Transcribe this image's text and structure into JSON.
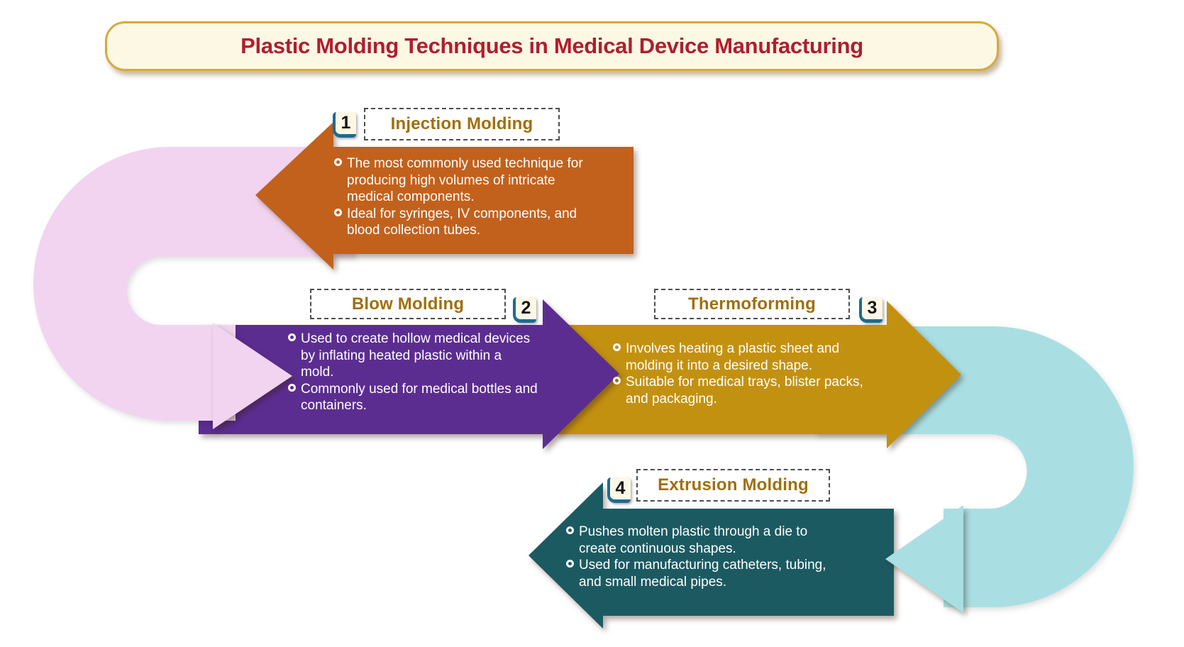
{
  "title": "Plastic Molding Techniques in Medical Device Manufacturing",
  "sections": [
    {
      "number": "1",
      "title": "Injection Molding",
      "color": "#C2611C",
      "bullets": [
        "The most commonly used technique for producing high volumes of intricate medical components.",
        "Ideal for syringes, IV components, and blood collection tubes."
      ]
    },
    {
      "number": "2",
      "title": "Blow Molding",
      "color": "#5C2D91",
      "bullets": [
        "Used to create hollow medical devices by inflating heated plastic within a mold.",
        "Commonly used for medical bottles and containers."
      ]
    },
    {
      "number": "3",
      "title": "Thermoforming",
      "color": "#C39110",
      "bullets": [
        "Involves heating a plastic sheet and molding it into a desired shape.",
        "Suitable for medical trays, blister packs, and packaging."
      ]
    },
    {
      "number": "4",
      "title": "Extrusion Molding",
      "color": "#1C5A62",
      "bullets": [
        "Pushes molten plastic through a die to create continuous shapes.",
        "Used for manufacturing catheters, tubing, and small medical pipes."
      ]
    }
  ],
  "icons": {
    "bullet_icon": "circle-outline-icon"
  },
  "colors": {
    "connector_left": "#F2D4F0",
    "connector_right": "#A9DFE3",
    "title_text": "#B01E2E",
    "section_title_text": "#A06F0D",
    "body_text": "#FFFFFF",
    "badge_border": "#1E6B8E",
    "badge_bg": "#FCF8E5",
    "title_bar_bg": "#FCF8E4",
    "title_bar_border": "#D9A83E"
  }
}
